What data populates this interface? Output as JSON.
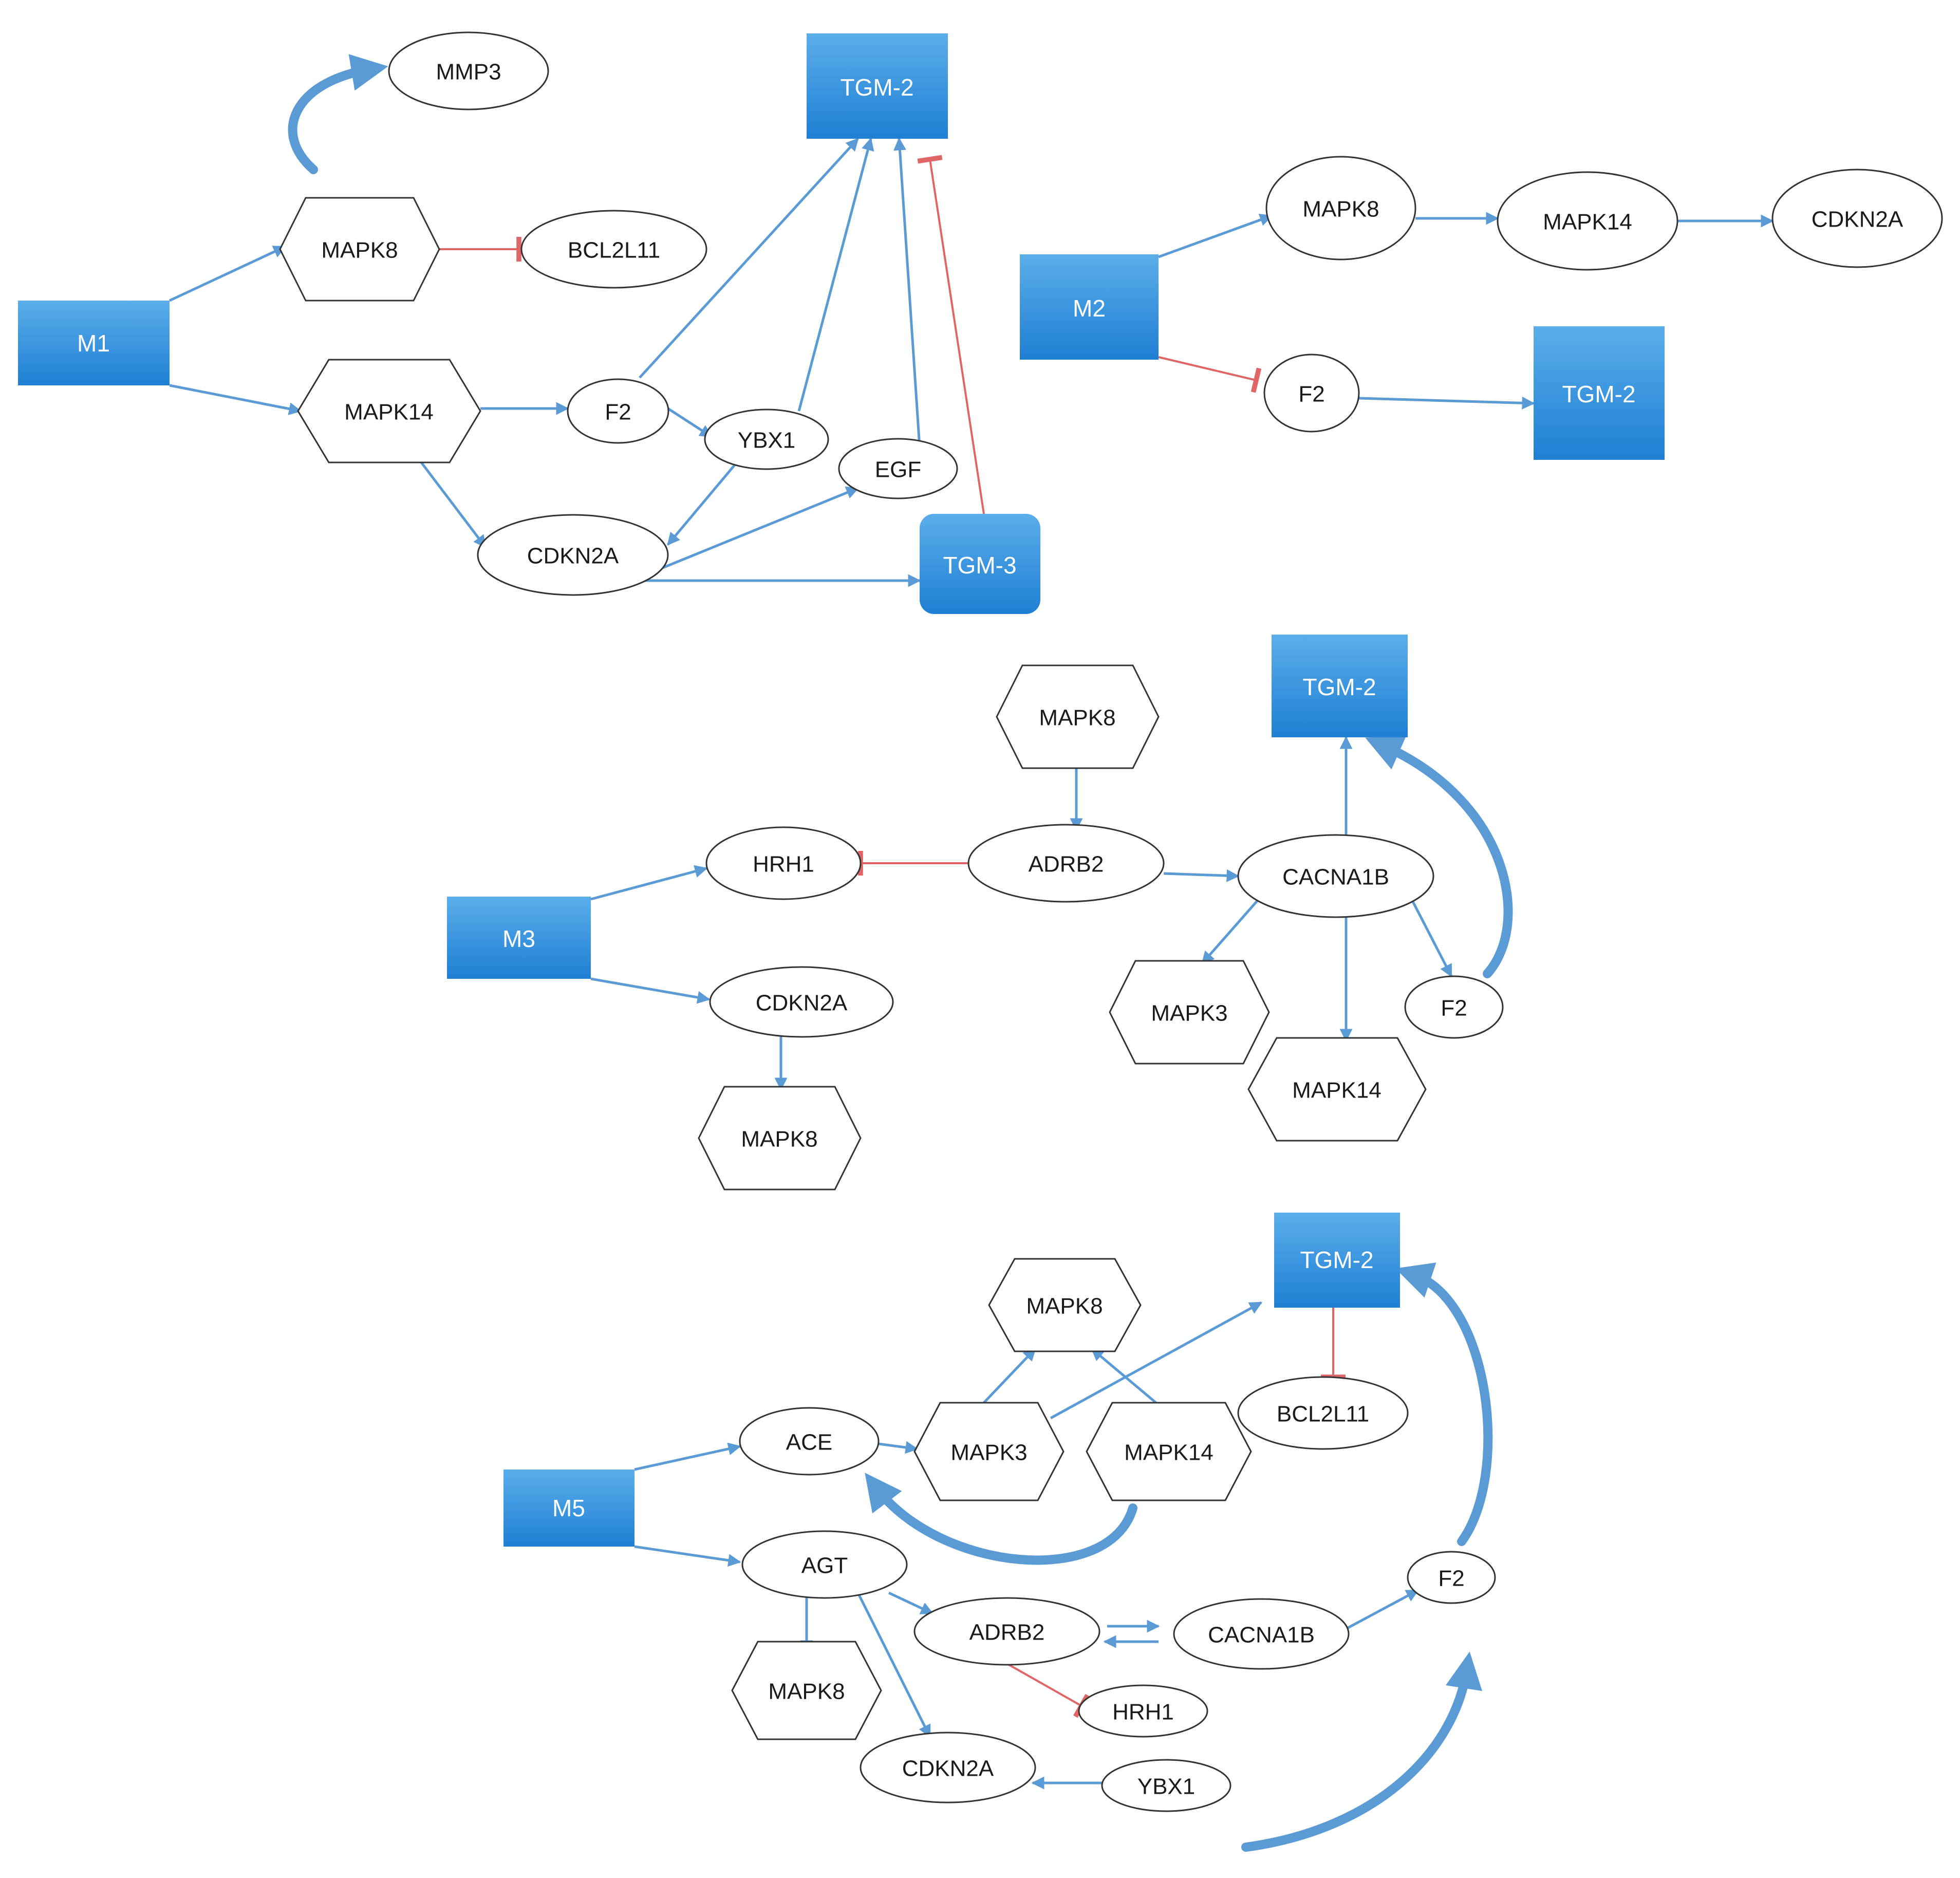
{
  "colors": {
    "box_top": "#5aaeea",
    "box_bottom": "#1f7fd4",
    "activation": "#5b9bd5",
    "inhibition": "#e06666",
    "node_border": "#333333"
  },
  "modules": {
    "m1": {
      "labels": {
        "m1": "M1",
        "mmp3": "MMP3",
        "tgm2": "TGM-2",
        "mapk8": "MAPK8",
        "bcl2l11": "BCL2L11",
        "mapk14": "MAPK14",
        "f2": "F2",
        "ybx1": "YBX1",
        "egf": "EGF",
        "cdkn2a": "CDKN2A",
        "tgm3": "TGM-3"
      }
    },
    "m2": {
      "labels": {
        "m2": "M2",
        "mapk8": "MAPK8",
        "mapk14": "MAPK14",
        "cdkn2a": "CDKN2A",
        "f2": "F2",
        "tgm2": "TGM-2"
      }
    },
    "m3": {
      "labels": {
        "m3": "M3",
        "mapk8_top": "MAPK8",
        "tgm2": "TGM-2",
        "hrh1": "HRH1",
        "adrb2": "ADRB2",
        "cacna1b": "CACNA1B",
        "cdkn2a": "CDKN2A",
        "mapk3": "MAPK3",
        "f2": "F2",
        "mapk14": "MAPK14",
        "mapk8_bottom": "MAPK8"
      }
    },
    "m5": {
      "labels": {
        "m5": "M5",
        "tgm2": "TGM-2",
        "mapk8_top": "MAPK8",
        "ace": "ACE",
        "mapk3": "MAPK3",
        "mapk14": "MAPK14",
        "bcl2l11": "BCL2L11",
        "agt": "AGT",
        "f2": "F2",
        "adrb2": "ADRB2",
        "cacna1b": "CACNA1B",
        "mapk8_bottom": "MAPK8",
        "hrh1": "HRH1",
        "cdkn2a": "CDKN2A",
        "ybx1": "YBX1"
      }
    }
  }
}
